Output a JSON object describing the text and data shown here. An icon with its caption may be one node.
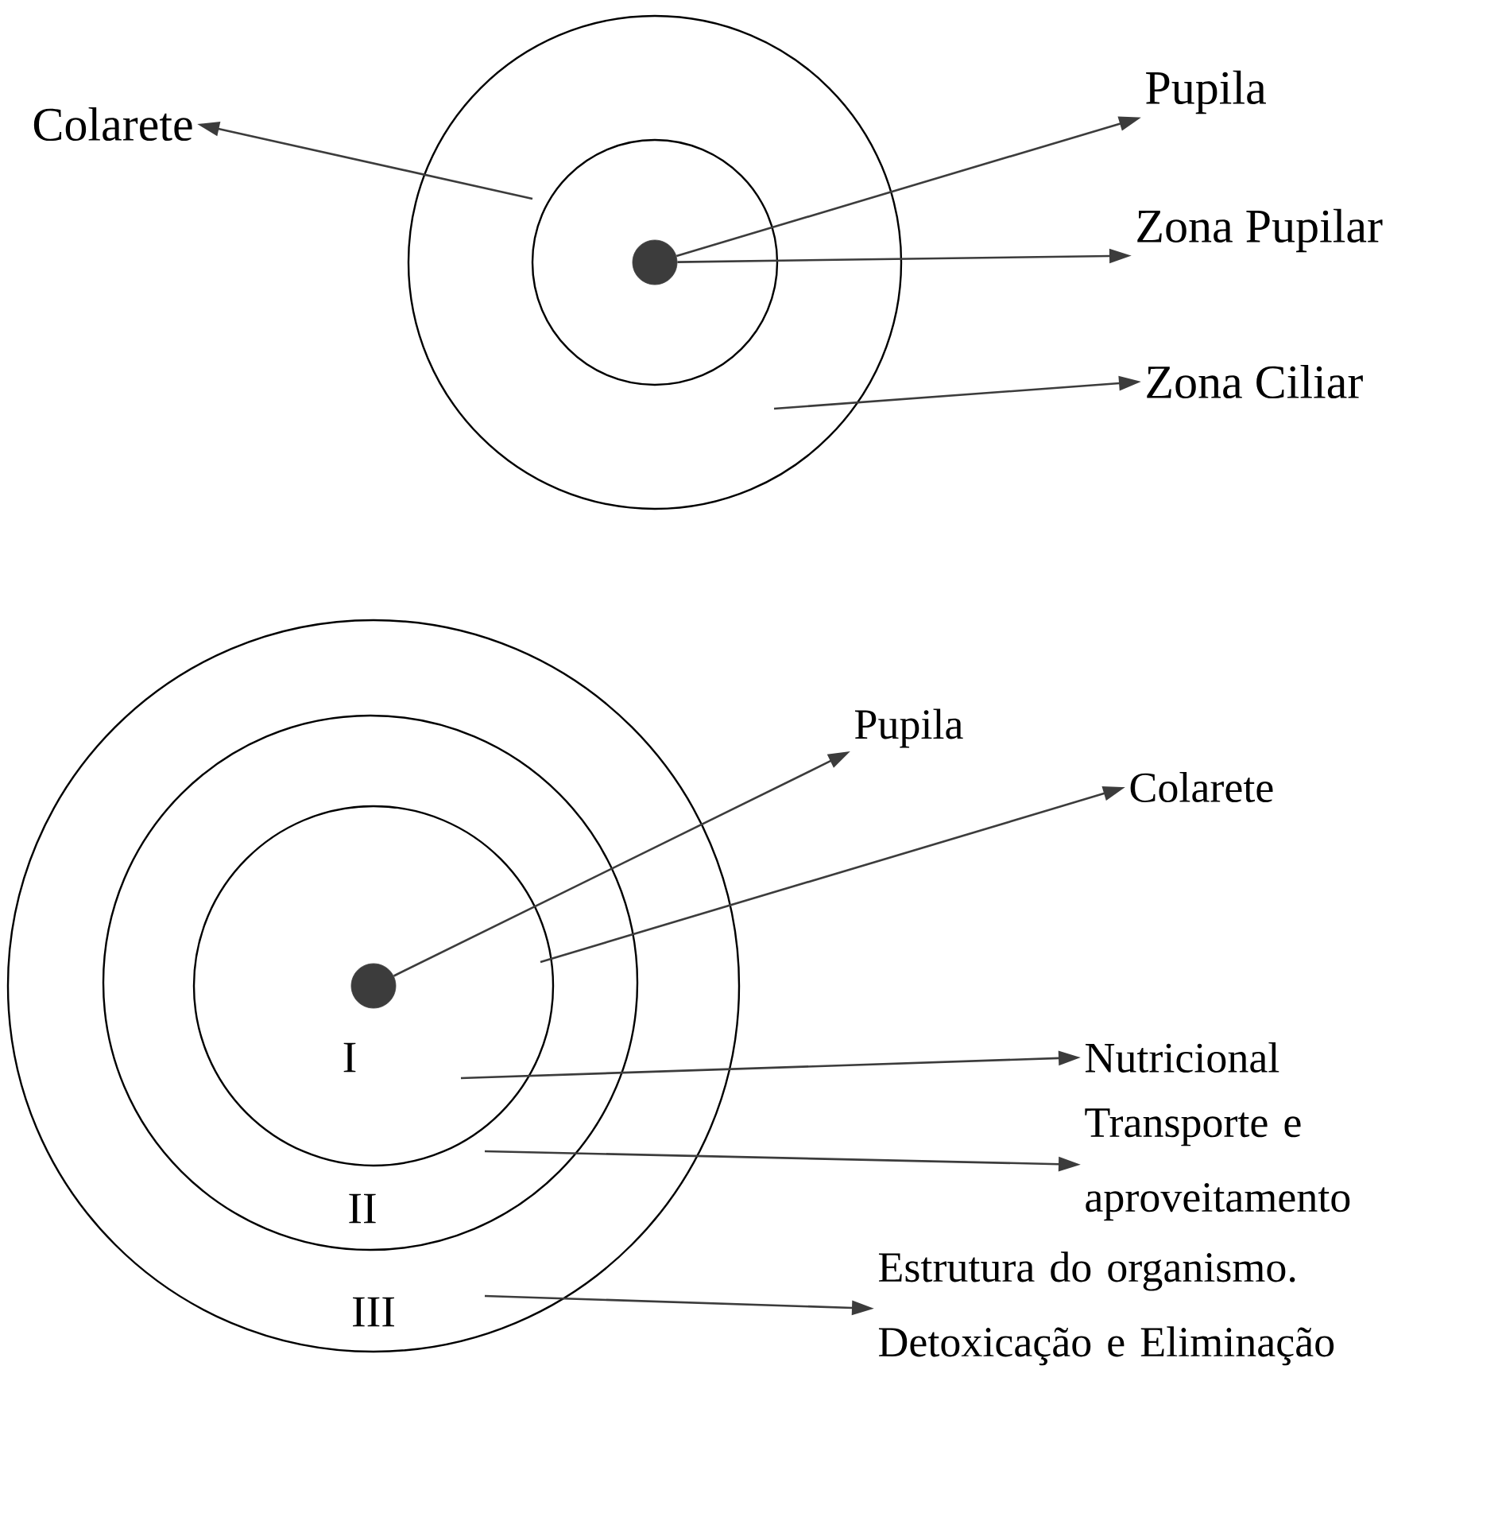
{
  "diagram": {
    "nodes": [
      {
        "text": [],
        "shape": "circle"
      },
      {
        "text": [],
        "shape": "circle",
        "in": 0
      },
      {
        "text": [],
        "shape": "circle",
        "in": 1
      },
      {
        "text": [
          "Pupila"
        ]
      },
      {
        "text": [
          "Colarete"
        ]
      },
      {
        "text": [
          "Zona Pupilar"
        ]
      },
      {
        "text": [
          "Zona Ciliar"
        ]
      },
      {
        "text": [
          "III"
        ]
      },
      {
        "text": [
          "II"
        ],
        "in": 7
      },
      {
        "text": [
          "I"
        ],
        "in": 8
      },
      {
        "text": [],
        "shape": "circle",
        "in": 9
      },
      {
        "text": [
          "Pupila"
        ]
      },
      {
        "text": [
          "Colarete"
        ]
      },
      {
        "text": [
          "Nutricional"
        ]
      },
      {
        "text": [
          "Transporte e aproveitamento"
        ]
      },
      {
        "text": [
          "Estrutura do organismo. Detoxicação e Eliminação"
        ]
      }
    ],
    "edges": [
      {
        "from": 1,
        "to": 4,
        "arrow": "to"
      },
      {
        "from": 2,
        "to": 3,
        "arrow": "to"
      },
      {
        "from": 2,
        "to": 5,
        "arrow": "to"
      },
      {
        "from": 0,
        "to": 6,
        "arrow": "to"
      },
      {
        "from": 10,
        "to": 11,
        "arrow": "to"
      },
      {
        "from": 9,
        "to": 12,
        "arrow": "to"
      },
      {
        "from": 9,
        "to": 13,
        "arrow": "to"
      },
      {
        "from": 8,
        "to": 14,
        "arrow": "to"
      },
      {
        "from": 7,
        "to": 15,
        "arrow": "to"
      }
    ]
  }
}
